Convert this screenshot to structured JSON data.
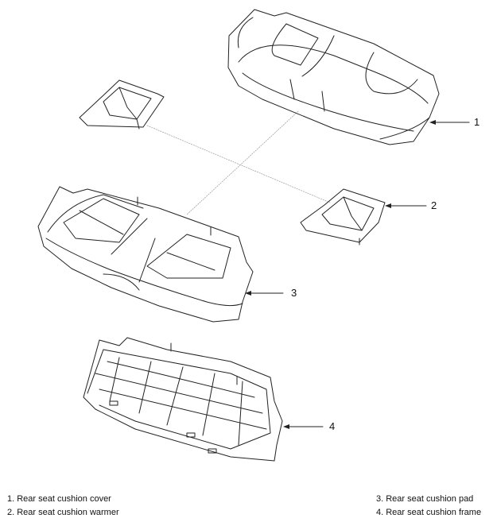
{
  "callouts": [
    "1",
    "2",
    "3",
    "4"
  ],
  "legend_left": [
    "1. Rear seat cushion cover",
    "2. Rear seat cushion warmer"
  ],
  "legend_right": [
    "3. Rear seat cushion pad",
    "4. Rear seat cushion frame"
  ]
}
